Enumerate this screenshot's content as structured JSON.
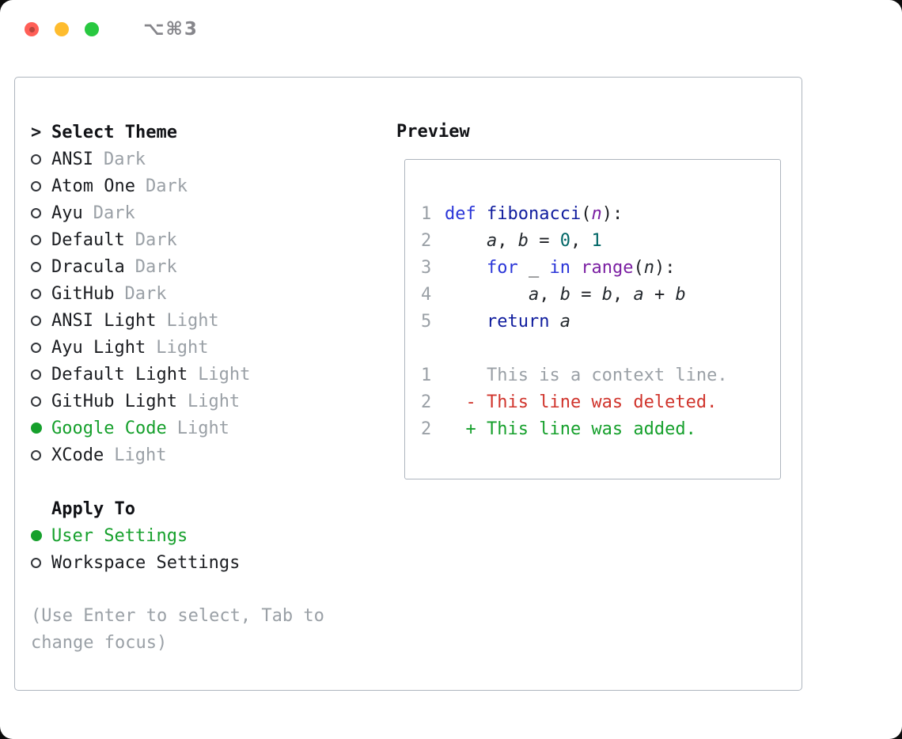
{
  "titlebar": {
    "shortcut": "⌥⌘3"
  },
  "colors": {
    "accent_green": "#16a02c",
    "diff_red": "#d0342c",
    "muted_gray": "#9aa0a6",
    "keyword_blue": "#2a35d8",
    "keyword_navy": "#101d9e",
    "number_teal": "#006666",
    "type_purple": "#7b1fa2",
    "traffic_red": "#ff5f57",
    "traffic_yellow": "#febc2e",
    "traffic_green": "#28c840"
  },
  "theme_list": {
    "prompt": ">",
    "title": "Select Theme",
    "items": [
      {
        "name": "ANSI",
        "variant": "Dark",
        "selected": false
      },
      {
        "name": "Atom One",
        "variant": "Dark",
        "selected": false
      },
      {
        "name": "Ayu",
        "variant": "Dark",
        "selected": false
      },
      {
        "name": "Default",
        "variant": "Dark",
        "selected": false
      },
      {
        "name": "Dracula",
        "variant": "Dark",
        "selected": false
      },
      {
        "name": "GitHub",
        "variant": "Dark",
        "selected": false
      },
      {
        "name": "ANSI Light",
        "variant": "Light",
        "selected": false
      },
      {
        "name": "Ayu Light",
        "variant": "Light",
        "selected": false
      },
      {
        "name": "Default Light",
        "variant": "Light",
        "selected": false
      },
      {
        "name": "GitHub Light",
        "variant": "Light",
        "selected": false
      },
      {
        "name": "Google Code",
        "variant": "Light",
        "selected": true
      },
      {
        "name": "XCode",
        "variant": "Light",
        "selected": false
      }
    ]
  },
  "apply_to": {
    "title": "Apply To",
    "options": [
      {
        "label": "User Settings",
        "selected": true
      },
      {
        "label": "Workspace Settings",
        "selected": false
      }
    ]
  },
  "help_text": "(Use Enter to select, Tab to change focus)",
  "preview": {
    "title": "Preview",
    "lines": [
      {
        "num": "1",
        "tokens": [
          [
            "kw",
            "def"
          ],
          [
            "pln",
            " "
          ],
          [
            "fn",
            "fibonacci"
          ],
          [
            "pln",
            "("
          ],
          [
            "param",
            "n"
          ],
          [
            "pln",
            "):"
          ]
        ]
      },
      {
        "num": "2",
        "tokens": [
          [
            "pln",
            "    "
          ],
          [
            "var",
            "a"
          ],
          [
            "pln",
            ", "
          ],
          [
            "var",
            "b"
          ],
          [
            "pln",
            " = "
          ],
          [
            "num",
            "0"
          ],
          [
            "pln",
            ", "
          ],
          [
            "num",
            "1"
          ]
        ]
      },
      {
        "num": "3",
        "tokens": [
          [
            "pln",
            "    "
          ],
          [
            "kw",
            "for"
          ],
          [
            "pln",
            " "
          ],
          [
            "var",
            "_"
          ],
          [
            "pln",
            " "
          ],
          [
            "kw",
            "in"
          ],
          [
            "pln",
            " "
          ],
          [
            "typ",
            "range"
          ],
          [
            "pln",
            "("
          ],
          [
            "var",
            "n"
          ],
          [
            "pln",
            "):"
          ]
        ]
      },
      {
        "num": "4",
        "tokens": [
          [
            "pln",
            "        "
          ],
          [
            "var",
            "a"
          ],
          [
            "pln",
            ", "
          ],
          [
            "var",
            "b"
          ],
          [
            "pln",
            " = "
          ],
          [
            "var",
            "b"
          ],
          [
            "pln",
            ", "
          ],
          [
            "var",
            "a"
          ],
          [
            "pln",
            " + "
          ],
          [
            "var",
            "b"
          ]
        ]
      },
      {
        "num": "5",
        "tokens": [
          [
            "pln",
            "    "
          ],
          [
            "kw2",
            "return"
          ],
          [
            "pln",
            " "
          ],
          [
            "var",
            "a"
          ]
        ]
      },
      {
        "num": "",
        "tokens": []
      },
      {
        "num": "1",
        "tokens": [
          [
            "ctx",
            "    This is a context line."
          ]
        ]
      },
      {
        "num": "2",
        "tokens": [
          [
            "del",
            "  - This line was deleted."
          ]
        ]
      },
      {
        "num": "2",
        "tokens": [
          [
            "add",
            "  + This line was added."
          ]
        ]
      }
    ]
  }
}
